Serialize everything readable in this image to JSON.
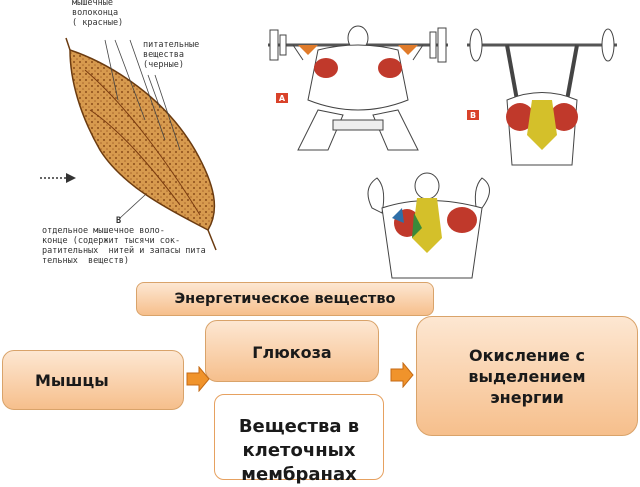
{
  "fiber_labels": {
    "top": "мышечные\nволоконца\n( красные)",
    "nutrient": "питательные\nвещества\n(черные)",
    "letter_b": "В",
    "bottom": "отдельное мышечное воло-\nконце (содержит тысячи сок-\nратительных  нитей и запасы пита\nтельных  веществ)"
  },
  "figure_tags": {
    "a": "А",
    "b": "В"
  },
  "boxes": {
    "energy_substance": "Энергетическое вещество",
    "glucose": "Глюкоза",
    "muscles": "Мышцы",
    "oxidation": "Окисление с выделением энергии",
    "membrane": "Вещества в клеточных мембранах"
  },
  "colors": {
    "box_peach": "#f6bf8c",
    "arrow_orange": "#f0932b",
    "muscle_red": "#c0392b",
    "muscle_yellow": "#d4c02a"
  }
}
